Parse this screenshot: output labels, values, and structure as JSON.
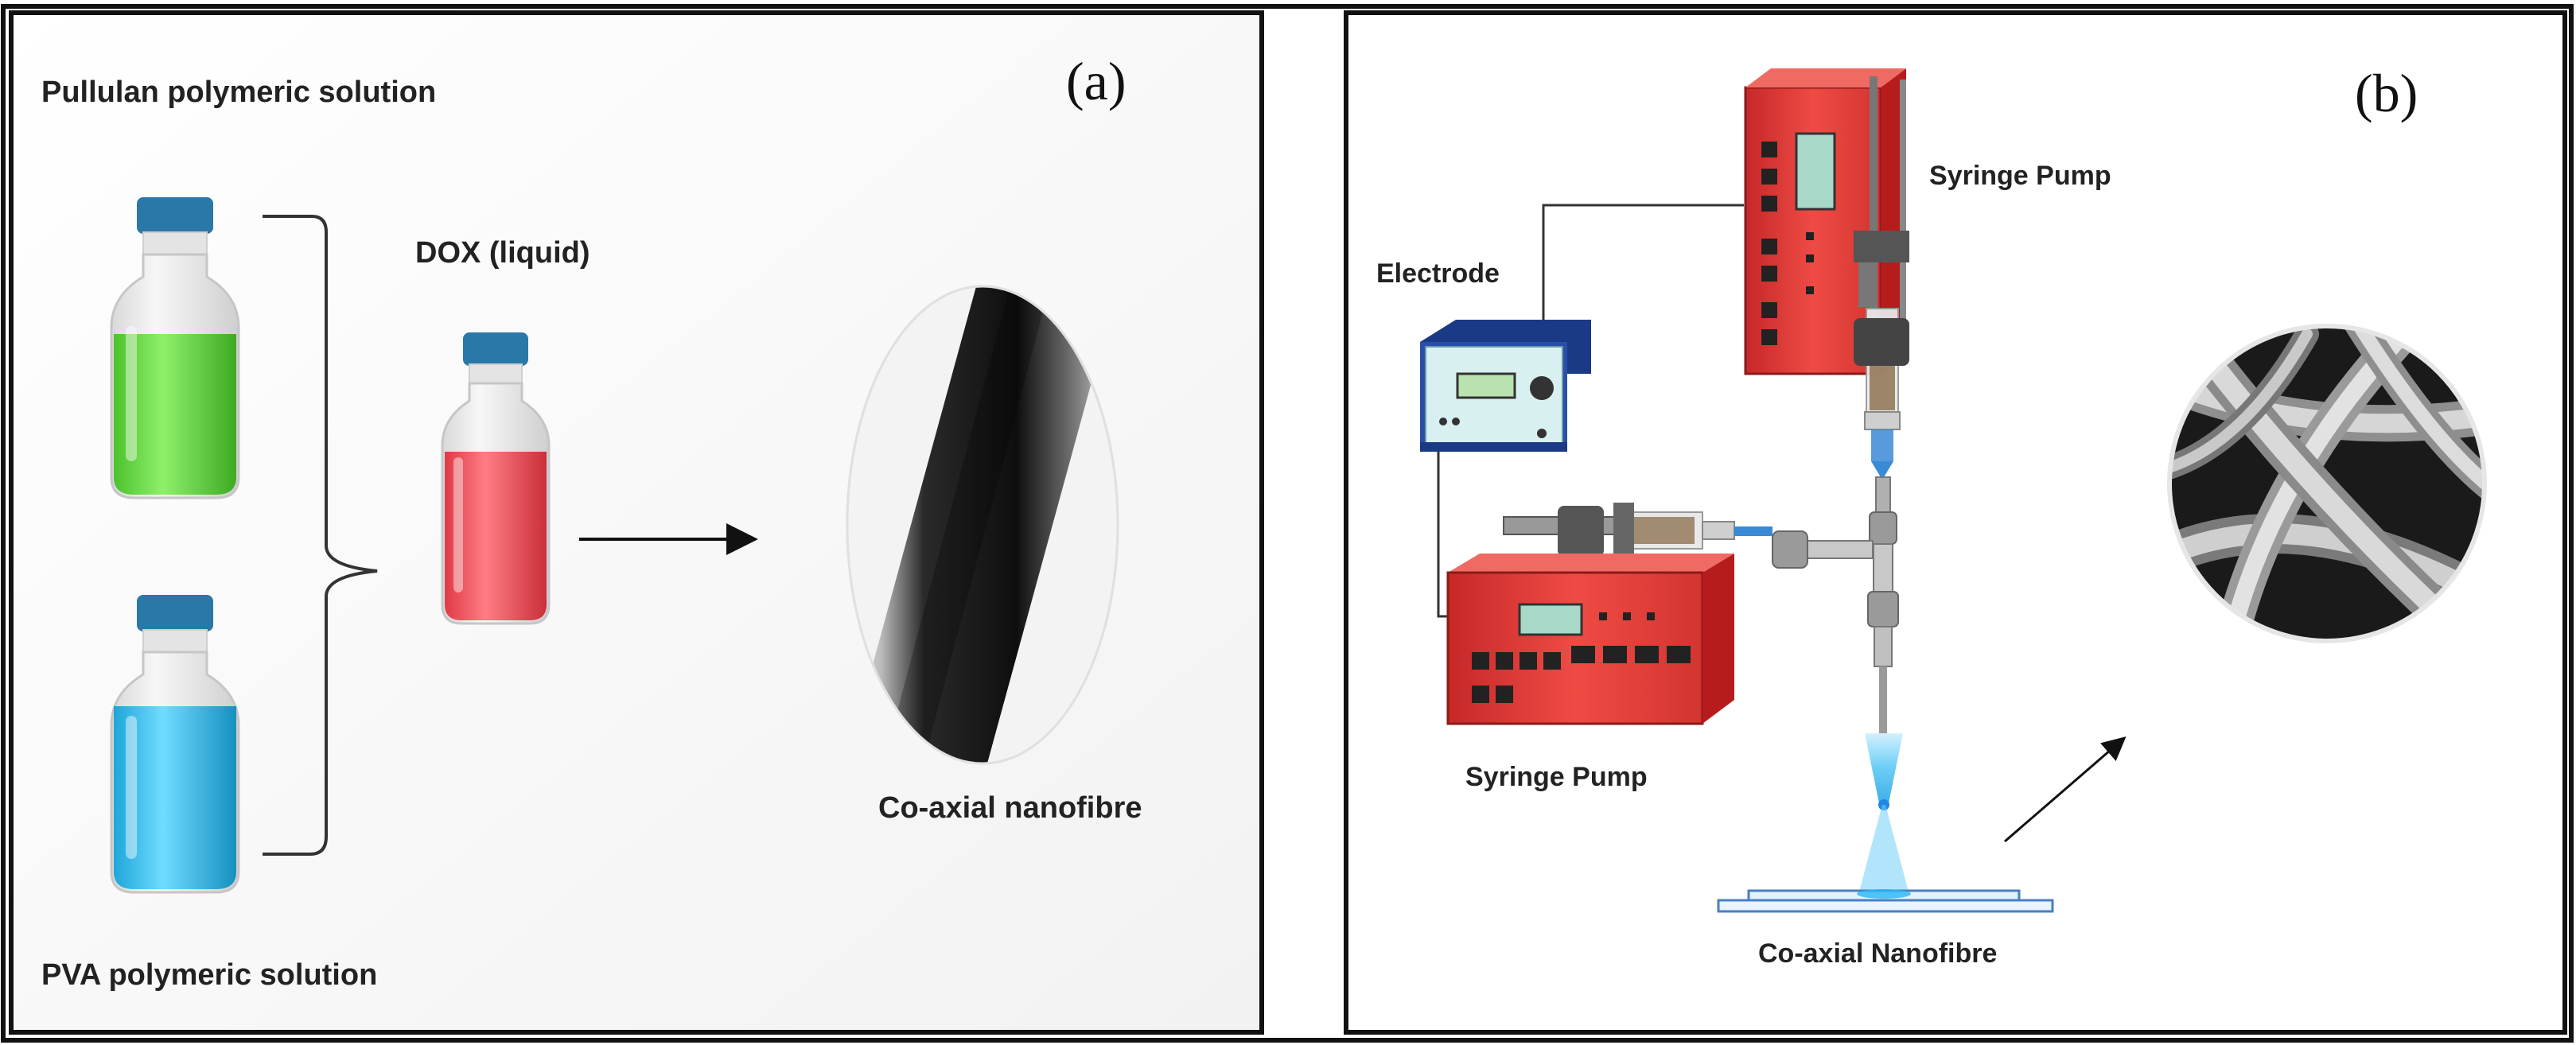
{
  "panel_a": {
    "panel_label": "(a)",
    "pullulan_label": "Pullulan polymeric solution",
    "pva_label": "PVA polymeric solution",
    "dox_label": "DOX (liquid)",
    "output_label": "Co-axial nanofibre"
  },
  "panel_b": {
    "panel_label": "(b)",
    "electrode_label": "Electrode",
    "pump_top_label": "Syringe Pump",
    "pump_bottom_label": "Syringe Pump",
    "output_label": "Co-axial Nanofibre"
  },
  "colors": {
    "pullulan_liquid": "#5dd13c",
    "pva_liquid": "#2fb8e6",
    "dox_liquid": "#ee4a55",
    "bottle_cap": "#2a78a8",
    "pump_body": "#e53935",
    "electrode_body": "#1f3f8f",
    "jet": "#4fc3f7"
  }
}
